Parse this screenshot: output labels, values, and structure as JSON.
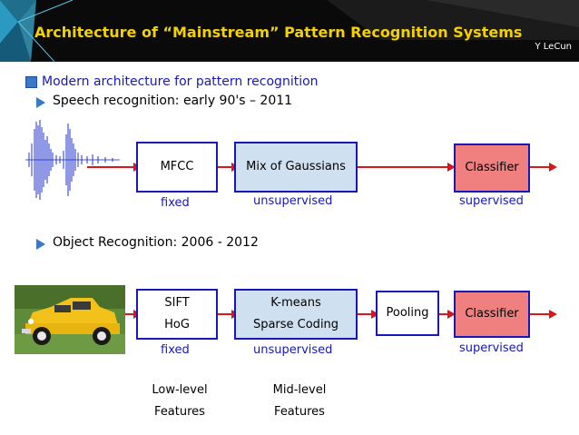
{
  "header": {
    "title": "Architecture of “Mainstream” Pattern Recognition Systems",
    "author": "Y LeCun",
    "bg_color": "#0a0a0a",
    "title_color": "#f4d100"
  },
  "main": {
    "heading": "Modern architecture for pattern recognition",
    "speech": {
      "subhead": "Speech recognition: early 90's – 2011",
      "boxes": [
        "MFCC",
        "Mix of Gaussians",
        "Classifier"
      ],
      "tags": [
        "fixed",
        "unsupervised",
        "supervised"
      ],
      "image_icon": "waveform-icon"
    },
    "object": {
      "subhead": "Object Recognition: 2006 - 2012",
      "box1": [
        "SIFT",
        "HoG"
      ],
      "box2": [
        "K-means",
        "Sparse Coding"
      ],
      "box3": "Pooling",
      "box4": "Classifier",
      "tags": [
        "fixed",
        "unsupervised",
        "supervised"
      ],
      "image_icon": "yellow-car-photo"
    },
    "features": {
      "low": [
        "Low-level",
        "Features"
      ],
      "mid": [
        "Mid-level",
        "Features"
      ]
    },
    "colors": {
      "box_border": "#1818b8",
      "box_blue": "#cfe0f1",
      "box_red": "#f08080",
      "arrow": "#d81818",
      "accent_text": "#1818b8"
    }
  }
}
